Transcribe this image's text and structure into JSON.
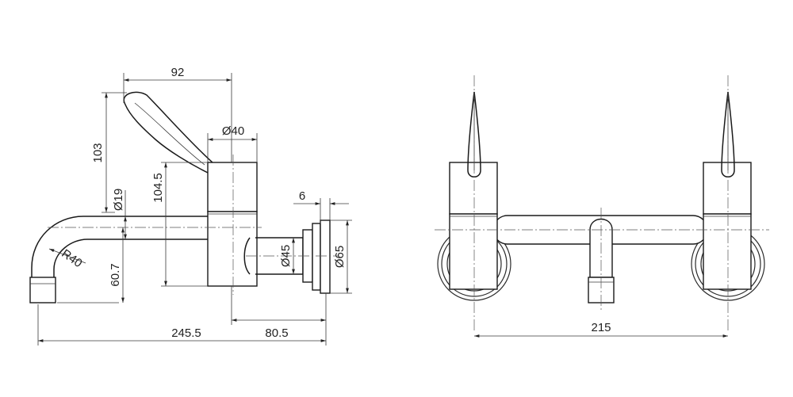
{
  "dimensions": {
    "handle_reach": "92",
    "body_diameter": "Ø40",
    "handle_height": "103",
    "spout_diameter": "Ø19",
    "lever_height": "104.5",
    "flange_thickness": "6",
    "bend_radius": "R40",
    "spout_drop": "60.7",
    "stem_diameter": "Ø45",
    "flange_diameter": "Ø65",
    "spout_length": "245.5",
    "wall_projection": "80.5",
    "center_spacing": "215"
  }
}
